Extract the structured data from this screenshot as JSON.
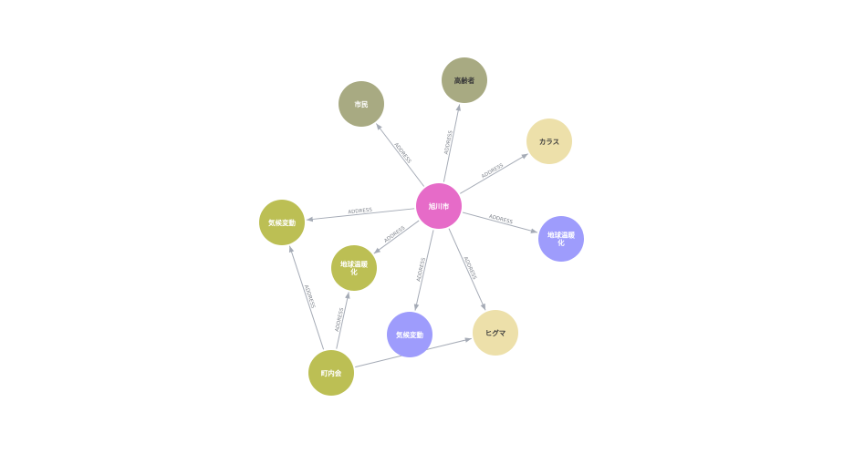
{
  "graph": {
    "colors": {
      "edge": "#a5abb6",
      "edge_label": "#7a7f88",
      "light_text": "#ffffff",
      "dark_text": "#3b3b3b"
    },
    "nodes": [
      {
        "id": "asahikawa",
        "lines": [
          "旭川市"
        ],
        "color": "#e66bc8",
        "text_color": "#ffffff"
      },
      {
        "id": "shimin",
        "lines": [
          "市民"
        ],
        "color": "#a8aa82",
        "text_color": "#ffffff"
      },
      {
        "id": "koreisha",
        "lines": [
          "高齢者"
        ],
        "color": "#a8aa82",
        "text_color": "#3b3b3b"
      },
      {
        "id": "karasu",
        "lines": [
          "カラス"
        ],
        "color": "#ede0aa",
        "text_color": "#3b3b3b"
      },
      {
        "id": "chikyu1",
        "lines": [
          "地球温暖",
          "化"
        ],
        "color": "#9e9cfc",
        "text_color": "#ffffff"
      },
      {
        "id": "higuma",
        "lines": [
          "ヒグマ"
        ],
        "color": "#ede0aa",
        "text_color": "#3b3b3b"
      },
      {
        "id": "kiko1",
        "lines": [
          "気候変動"
        ],
        "color": "#9e9cfc",
        "text_color": "#ffffff"
      },
      {
        "id": "chikyu2",
        "lines": [
          "地球温暖",
          "化"
        ],
        "color": "#bcbf54",
        "text_color": "#ffffff"
      },
      {
        "id": "kiko2",
        "lines": [
          "気候変動"
        ],
        "color": "#bcbf54",
        "text_color": "#ffffff"
      },
      {
        "id": "chonaikai",
        "lines": [
          "町内会"
        ],
        "color": "#bcbf54",
        "text_color": "#ffffff"
      }
    ],
    "edges": [
      {
        "from": "asahikawa",
        "to": "shimin",
        "label": "ADDRESS"
      },
      {
        "from": "asahikawa",
        "to": "koreisha",
        "label": "ADDRESS"
      },
      {
        "from": "asahikawa",
        "to": "karasu",
        "label": "ADDRESS"
      },
      {
        "from": "asahikawa",
        "to": "chikyu1",
        "label": "ADDRESS"
      },
      {
        "from": "asahikawa",
        "to": "higuma",
        "label": "ADDRESS"
      },
      {
        "from": "asahikawa",
        "to": "kiko1",
        "label": "ADDRESS"
      },
      {
        "from": "asahikawa",
        "to": "chikyu2",
        "label": "ADDRESS"
      },
      {
        "from": "asahikawa",
        "to": "kiko2",
        "label": "ADDRESS"
      },
      {
        "from": "chonaikai",
        "to": "kiko2",
        "label": "ADDRESS"
      },
      {
        "from": "chonaikai",
        "to": "chikyu2",
        "label": "ADDRESS"
      },
      {
        "from": "chonaikai",
        "to": "higuma",
        "label": "ADDRESS"
      }
    ]
  }
}
